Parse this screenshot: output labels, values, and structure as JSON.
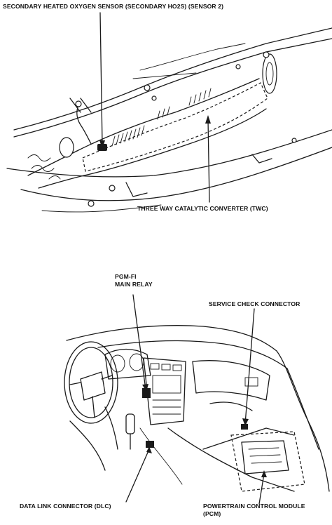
{
  "figure_top": {
    "label_sensor": "SECONDARY HEATED OXYGEN SENSOR (SECONDARY HO2S) (SENSOR 2)",
    "label_converter": "THREE WAY CATALYTIC CONVERTER (TWC)"
  },
  "figure_bottom": {
    "label_relay_line1": "PGM-FI",
    "label_relay_line2": "MAIN RELAY",
    "label_service": "SERVICE CHECK CONNECTOR",
    "label_dlc": "DATA LINK CONNECTOR (DLC)",
    "label_pcm_line1": "POWERTRAIN CONTROL MODULE",
    "label_pcm_line2": "(PCM)"
  }
}
